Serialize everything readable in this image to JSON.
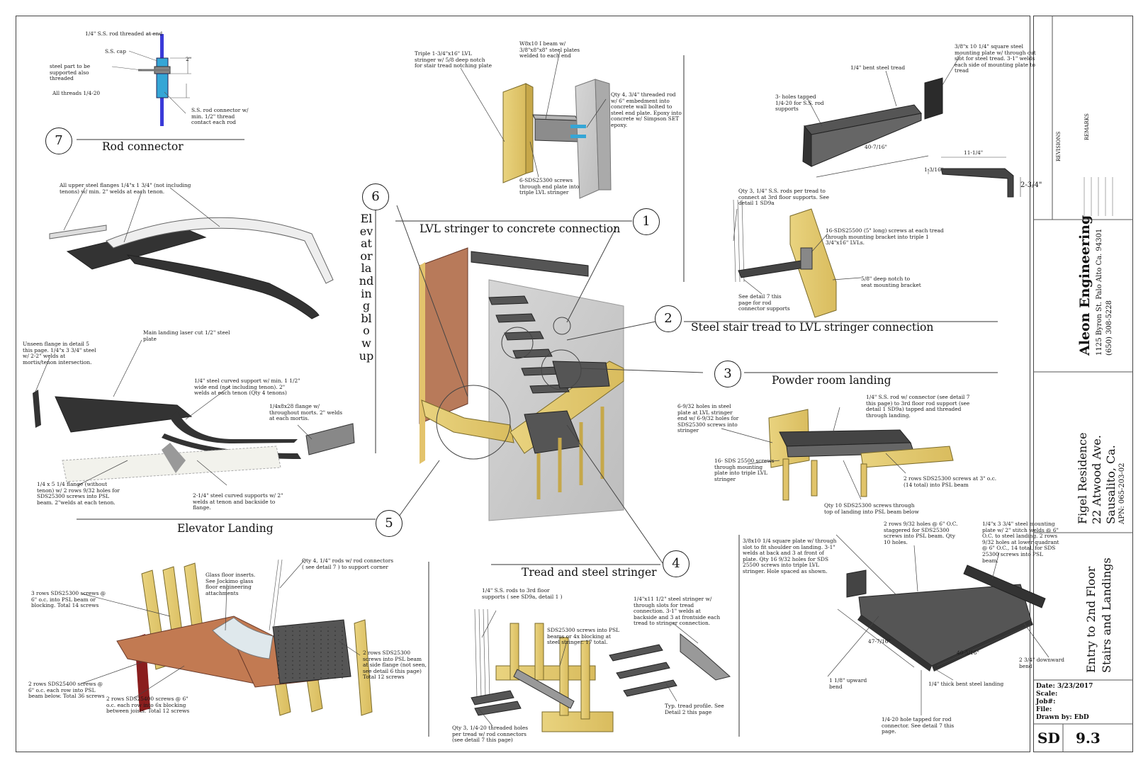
{
  "firm": {
    "name": "Aleon Engineering",
    "address": "1125 Byron St. Palo Alto Ca. 94301",
    "phone": "(650) 308-5228"
  },
  "project": {
    "name": "Figel Residence",
    "street": "22 Atwood Ave.",
    "city": "Sausalito, Ca.",
    "apn": "APN: 065-203-02"
  },
  "sheet_title": {
    "line1": "Entry to 2nd Floor",
    "line2": "Stairs and Landings"
  },
  "revisions": {
    "label": "REVISIONS",
    "remarks": "REMARKS"
  },
  "info": {
    "date": "Date: 3/23/2017",
    "scale": "Scale:",
    "job": "Job#:",
    "file": "File:",
    "drawn": "Drawn by: EbD"
  },
  "sheet_number": {
    "prefix": "SD",
    "number": "9.3"
  },
  "details": {
    "d1": {
      "num": "1",
      "title": "LVL stringer to concrete connection"
    },
    "d2": {
      "num": "2",
      "title": "Steel stair tread to LVL stringer connection"
    },
    "d3": {
      "num": "3",
      "title": "Powder room landing"
    },
    "d4": {
      "num": "4",
      "title": "Tread and steel stringer"
    },
    "d5": {
      "num": "5",
      "title": "Elevator Landing"
    },
    "d6": {
      "num": "6",
      "title": "Elevator landing blow up"
    },
    "d7": {
      "num": "7",
      "title": "Rod connector"
    }
  },
  "notes": {
    "n7a": "1/4\" S.S. rod threaded at end",
    "n7b": "S.S. cap",
    "n7c": "steel part to be supported also threaded",
    "n7d": "All threads 1/4-20",
    "n7e": "S.S. rod connector w/ min. 1/2\" thread contact each rod",
    "n1a": "Triple 1-3/4\"x16\" LVL stringer w/ 5/8 deep notch for stair tread notching plate",
    "n1b": "W8x10 I beam w/ 3/8\"x8\"x8\" steel plates welded to each end",
    "n1c": "Qty 4, 3/4\" threaded rod w/ 6\" embedment into concrete wall bolted to steel end plate. Epoxy into concrete w/ Simpson SET epoxy.",
    "n1d": "6-SDS25300 screws through end plate into triple LVL stringer",
    "n2a": "1/4\" bent steel tread",
    "n2b": "3/8\"x 10 1/4\" square steel mounting plate w/ through cut slot for steel tread. 3-1\" welds each side of mounting plate to tread",
    "n2c": "3- holes tapped 1/4-20 for S.S. rod supports",
    "n2d": "Qty 3, 1/4\" S.S. rods per tread to connect at 3rd floor supports. See detail 1 SD9a",
    "n2e": "16-SDS25500 (5\" long) screws at each tread through mounting bracket into triple 1 3/4\"x16\" LVLs.",
    "n2f": "5/8\" deep notch to seat mounting bracket",
    "n2g": "See detail 7 this page for rod connector supports",
    "n6a": "All upper steel flanges 1/4\"x 1 3/4\" (not including tenons) w/ min. 2\" welds at each tenon.",
    "n6b": "Unseen flange in detail 5 this page. 1/4\"x 3 3/4\" steel w/ 2-2\" welds at mortis/tenon intersection.",
    "n6c": "Main landing laser cut 1/2\" steel plate",
    "n6d": "1/4\" steel curved support w/ min. 1 1/2\" wide end (not including tenon). 2\" welds at each tenon (Qty 4 tenons)",
    "n6e": "1/4x8x28 flange w/ throughout morts. 2\" welds at each mortis.",
    "n6f": "1/4 x 5 1/4 flange (without tenon) w/ 2 rows 9/32 holes for SDS25300 screws into PSL beam. 2\"welds at each tenon.",
    "n6g": "2-1/4\" steel curved supports w/ 2\" welds at tenon and backside to flange.",
    "n3a": "6-9/32 holes in steel plate at LVL stringer end w/ 6-9/32 holes for SDS25300 screws into stringer",
    "n3b": "1/4\" S.S. rod w/ connector (see detail 7 this page) to 3rd floor rod support (see detail 1 SD9a) tapped and threaded through landing.",
    "n3c": "16- SDS 25500 screws through mounting plate into triple LVL stringer",
    "n3d": "2 rows SDS25300 screws at 3\" o.c. (14 total) into PSL beam",
    "n3e": "Qty 10 SDS25300 screws through top of landing into PSL beam below",
    "n5a": "Qty 4, 1/4\" rods w/ rod connectors ( see detail 7 ) to support corner",
    "n5b": "Glass floor inserts. See Jockimo glass floor engineering attachments",
    "n5c": "3 rows SDS25300 screws @ 6\" o.c. into PSL beam or blocking. Total 14 screws",
    "n5d": "2 rows SDS25300 screws into PSL beam at side flange (not seen, see detail 6 this page) Total 12 screws",
    "n5e": "2 rows SDS25400 screws @ 6\" o.c. each row into PSL beam below. Total 36 screws",
    "n5f": "2 rows SDS25400 screws @ 6\" o.c. each row into 6x blocking between joists. Total 12 screws",
    "n4a": "1/4\" S.S. rods to 3rd floor supports ( see SD9a, detail 1 )",
    "n4b": "SDS25300 screws into PSL beams or 4x blocking at steel stringer. 17 total.",
    "n4c": "1/4\"x11 1/2\" steel stringer w/ through slots for tread connection. 3-1\" welds at backside and 3 at frontside each tread to stringer connection.",
    "n4d": "Typ. tread profile. See Detail 2 this page",
    "n4e": "Qty 3, 1/4-20 threaded holes per tread w/ rod connectors (see detail 7 this page)",
    "nla": "3/8x10 1/4 square plate w/ through slot to fit shoulder on landing. 3-1\" welds at back and 3 at front of plate. Qty 16 9/32 holes for SDS 25500 screws into triple LVL stringer. Hole spaced as shown.",
    "nlb": "2 rows 9/32 holes @ 6\" O.C. staggered for SDS25300 screws into PSL beam. Qty 10 holes.",
    "nlc": "1/4\"x 3 3/4\" steel mounting plate w/ 2\" stitch welds @ 6\" O.C. to steel landing. 2 rows 9/32 holes at lower quadrant @ 6\" O.C., 14 total, for SDS 25300 screws into PSL beam.",
    "nld": "2 3/4\" downward bend",
    "nle": "1 1/8\" upward bend",
    "nlf": "1/4\" thick bent steel landing",
    "nlg": "1/4-20 hole tapped for rod connector. See detail 7 this page."
  },
  "dims": {
    "d1": "2\"",
    "d2": "2-3/4\"",
    "d3": "1-3/16\"",
    "d4": "11-1/4\"",
    "d5": "40-7/16\"",
    "d6": "40-5/16\"",
    "d7": "47-7/16\""
  }
}
